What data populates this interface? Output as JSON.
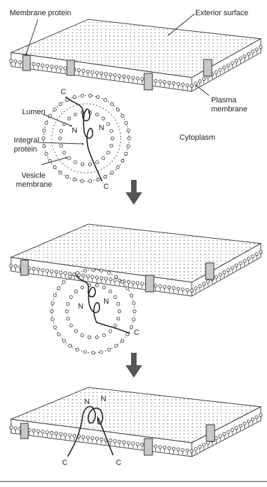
{
  "labels": {
    "membrane_protein": "Membrane protein",
    "exterior_surface": "Exterior surface",
    "plasma_membrane_1": "Plasma",
    "plasma_membrane_2": "membrane",
    "cytoplasm": "Cytoplasm",
    "lumen": "Lumen",
    "integral_protein_1": "Integral",
    "integral_protein_2": "protein",
    "vesicle_membrane_1": "Vesicle",
    "vesicle_membrane_2": "membrane",
    "terminal_c": "C",
    "terminal_n": "N"
  },
  "colors": {
    "ink": "#2a2a2a",
    "protein_fill": "#c8c8c8",
    "arrow": "#555555"
  }
}
